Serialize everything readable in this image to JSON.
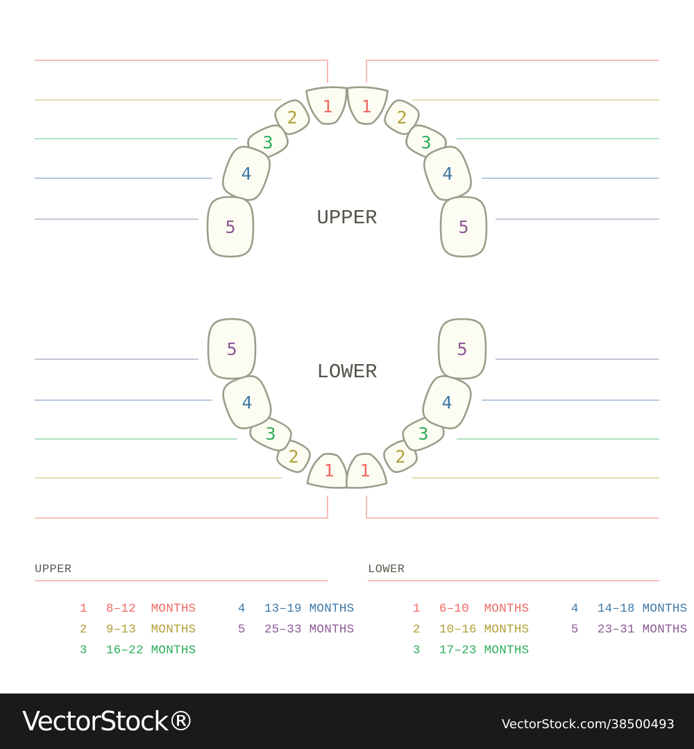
{
  "colors": {
    "t1": "#f06a63",
    "t2": "#b2a037",
    "t3": "#2eae5d",
    "t4": "#3e78a8",
    "t5": "#8c5a96",
    "tooth_fill": "#fcfcf2",
    "tooth_stroke": "#9c9c8a",
    "label_text": "#55554a",
    "line1": "#f29490",
    "line2": "#d2c884",
    "line3": "#7fce9c",
    "line4": "#86a6c6",
    "line5": "#b09aba"
  },
  "diagram": {
    "upper_label": "UPPER",
    "lower_label": "LOWER",
    "tooth_numbers": [
      "1",
      "2",
      "3",
      "4",
      "5"
    ]
  },
  "legend": {
    "upper": {
      "title": "UPPER",
      "entries": [
        {
          "num": "1",
          "text": "8–12  MONTHS",
          "color_key": "t1"
        },
        {
          "num": "2",
          "text": "9–13  MONTHS",
          "color_key": "t2"
        },
        {
          "num": "3",
          "text": "16–22 MONTHS",
          "color_key": "t3"
        },
        {
          "num": "4",
          "text": "13–19 MONTHS",
          "color_key": "t4"
        },
        {
          "num": "5",
          "text": "25–33 MONTHS",
          "color_key": "t5"
        }
      ]
    },
    "lower": {
      "title": "LOWER",
      "entries": [
        {
          "num": "1",
          "text": "6–10  MONTHS",
          "color_key": "t1"
        },
        {
          "num": "2",
          "text": "10–16 MONTHS",
          "color_key": "t2"
        },
        {
          "num": "3",
          "text": "17–23 MONTHS",
          "color_key": "t3"
        },
        {
          "num": "4",
          "text": "14–18 MONTHS",
          "color_key": "t4"
        },
        {
          "num": "5",
          "text": "23–31 MONTHS",
          "color_key": "t5"
        }
      ]
    }
  },
  "footer": {
    "logo": "VectorStock®",
    "image_id": "VectorStock.com/38500493"
  }
}
